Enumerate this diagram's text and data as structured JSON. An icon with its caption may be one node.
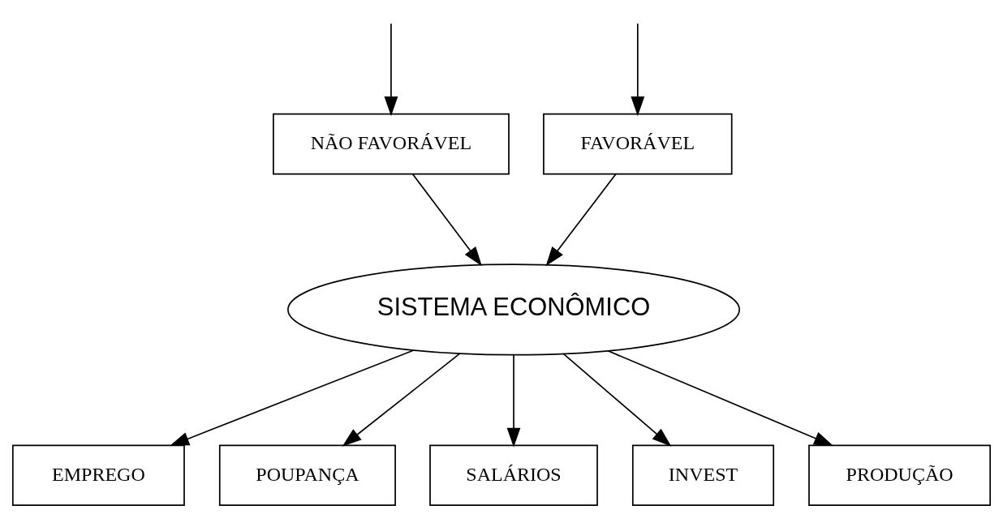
{
  "diagram": {
    "nodes": [
      {
        "text": [
          "FAVORÁVEL"
        ]
      },
      {
        "text": [
          "NÃO FAVORÁVEL"
        ]
      },
      {
        "text": [
          "SISTEMA ECONÔMICO"
        ]
      },
      {
        "text": [
          "EMPREGO"
        ]
      },
      {
        "text": [
          "POUPANÇA"
        ]
      },
      {
        "text": [
          "SALÁRIOS"
        ]
      },
      {
        "text": [
          "INVEST"
        ]
      },
      {
        "text": [
          "PRODUÇÃO"
        ]
      }
    ],
    "edges": [
      {
        "from": null,
        "to": 0,
        "arrow": "to"
      },
      {
        "from": null,
        "to": 1,
        "arrow": "to"
      },
      {
        "from": 0,
        "to": 2,
        "arrow": "to"
      },
      {
        "from": 1,
        "to": 2,
        "arrow": "to"
      },
      {
        "from": 2,
        "to": 3,
        "arrow": "to"
      },
      {
        "from": 2,
        "to": 4,
        "arrow": "to"
      },
      {
        "from": 2,
        "to": 5,
        "arrow": "to"
      },
      {
        "from": 2,
        "to": 6,
        "arrow": "to"
      },
      {
        "from": 2,
        "to": 7,
        "arrow": "to"
      }
    ]
  }
}
